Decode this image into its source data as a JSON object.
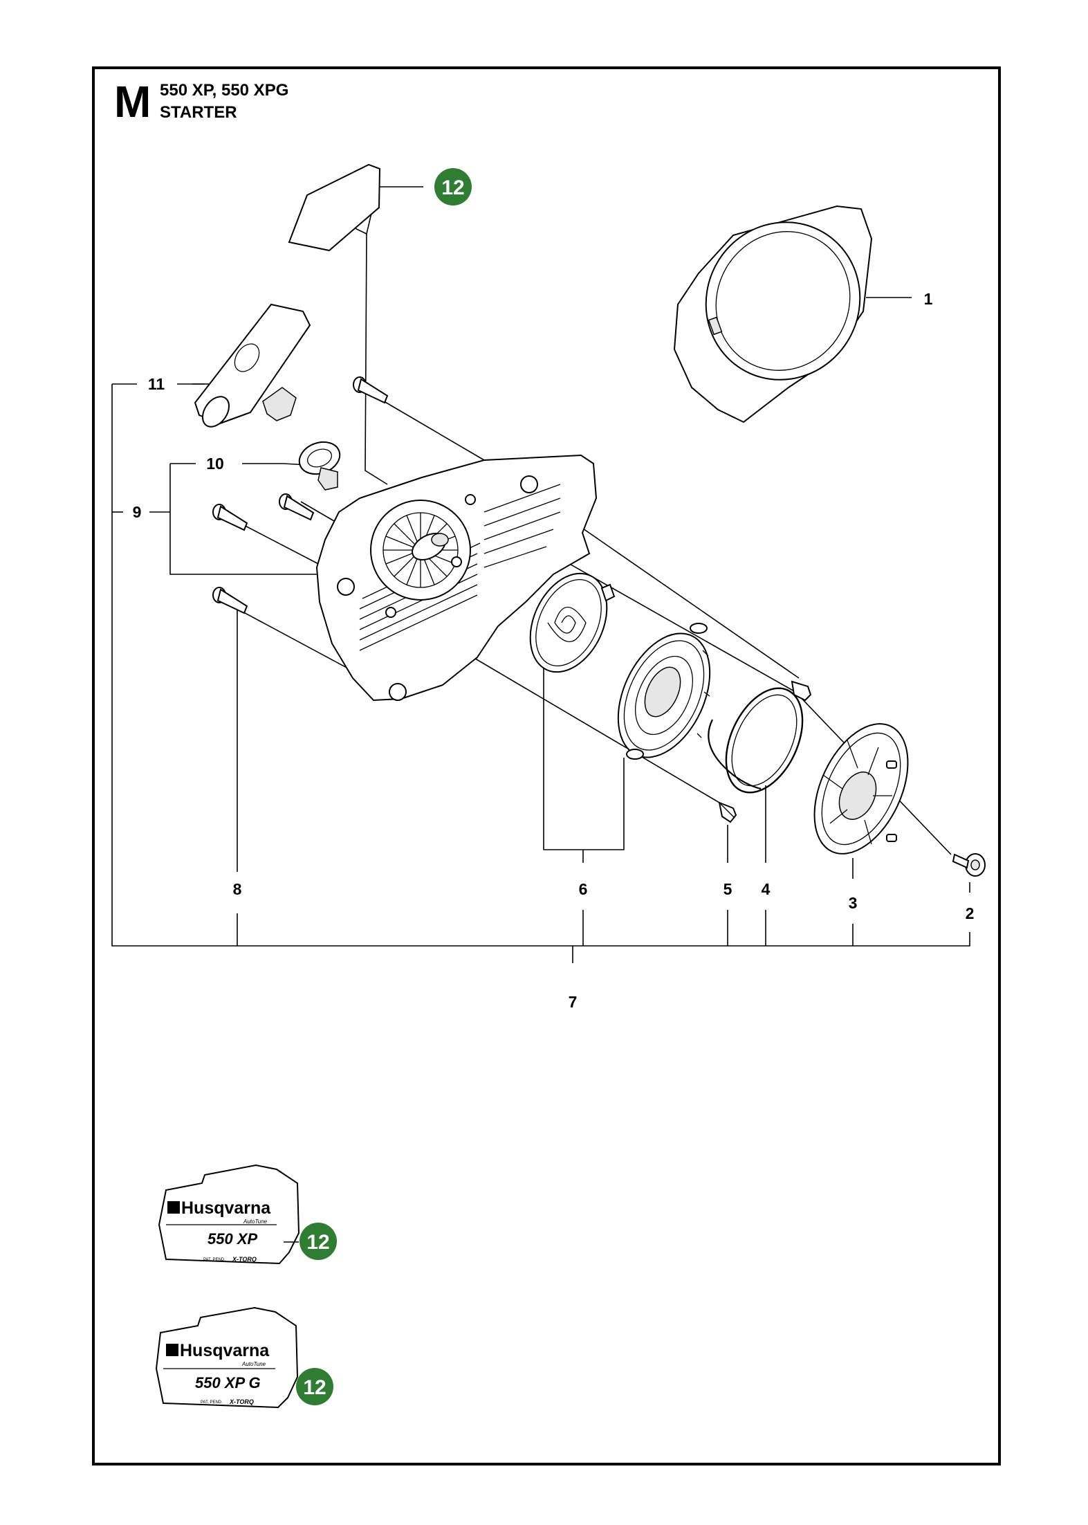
{
  "header": {
    "section_letter": "M",
    "models": "550 XP, 550 XPG",
    "title": "STARTER"
  },
  "callouts": {
    "c1": "1",
    "c2": "2",
    "c3": "3",
    "c4": "4",
    "c5": "5",
    "c6": "6",
    "c7": "7",
    "c8": "8",
    "c9": "9",
    "c10": "10",
    "c11": "11"
  },
  "badges": {
    "top": "12",
    "decal_xp": "12",
    "decal_xpg": "12"
  },
  "decals": {
    "brand": "Husqvarna",
    "autotune": "AutoTune",
    "model_xp": "550 XP",
    "model_xpg": "550 XP G",
    "pat": "PAT. PEND.",
    "xtorq": "X-TORQ"
  },
  "colors": {
    "badge_green": "#2e7d32",
    "border": "#000000",
    "background": "#ffffff"
  }
}
